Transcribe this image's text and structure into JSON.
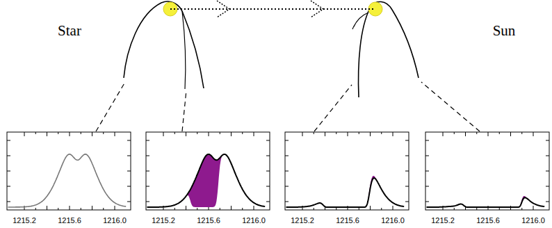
{
  "diagram": {
    "labels": [
      "Star",
      "Sun",
      "1215.2",
      "1215.6",
      "1216.0",
      "1215.2",
      "1215.6",
      "1216.0",
      "1215.2",
      "1215.6",
      "1216.0",
      "1215.2",
      "1215.6",
      "1216.0"
    ]
  }
}
